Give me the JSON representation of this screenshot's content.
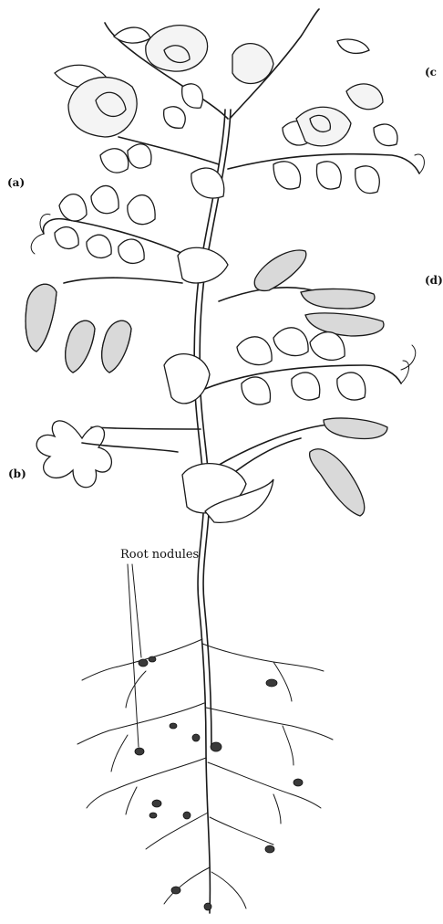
{
  "labels": {
    "a": "(a)",
    "b": "(b)",
    "c": "(c",
    "d": "(d)",
    "root_nodules": "Root nodules"
  }
}
